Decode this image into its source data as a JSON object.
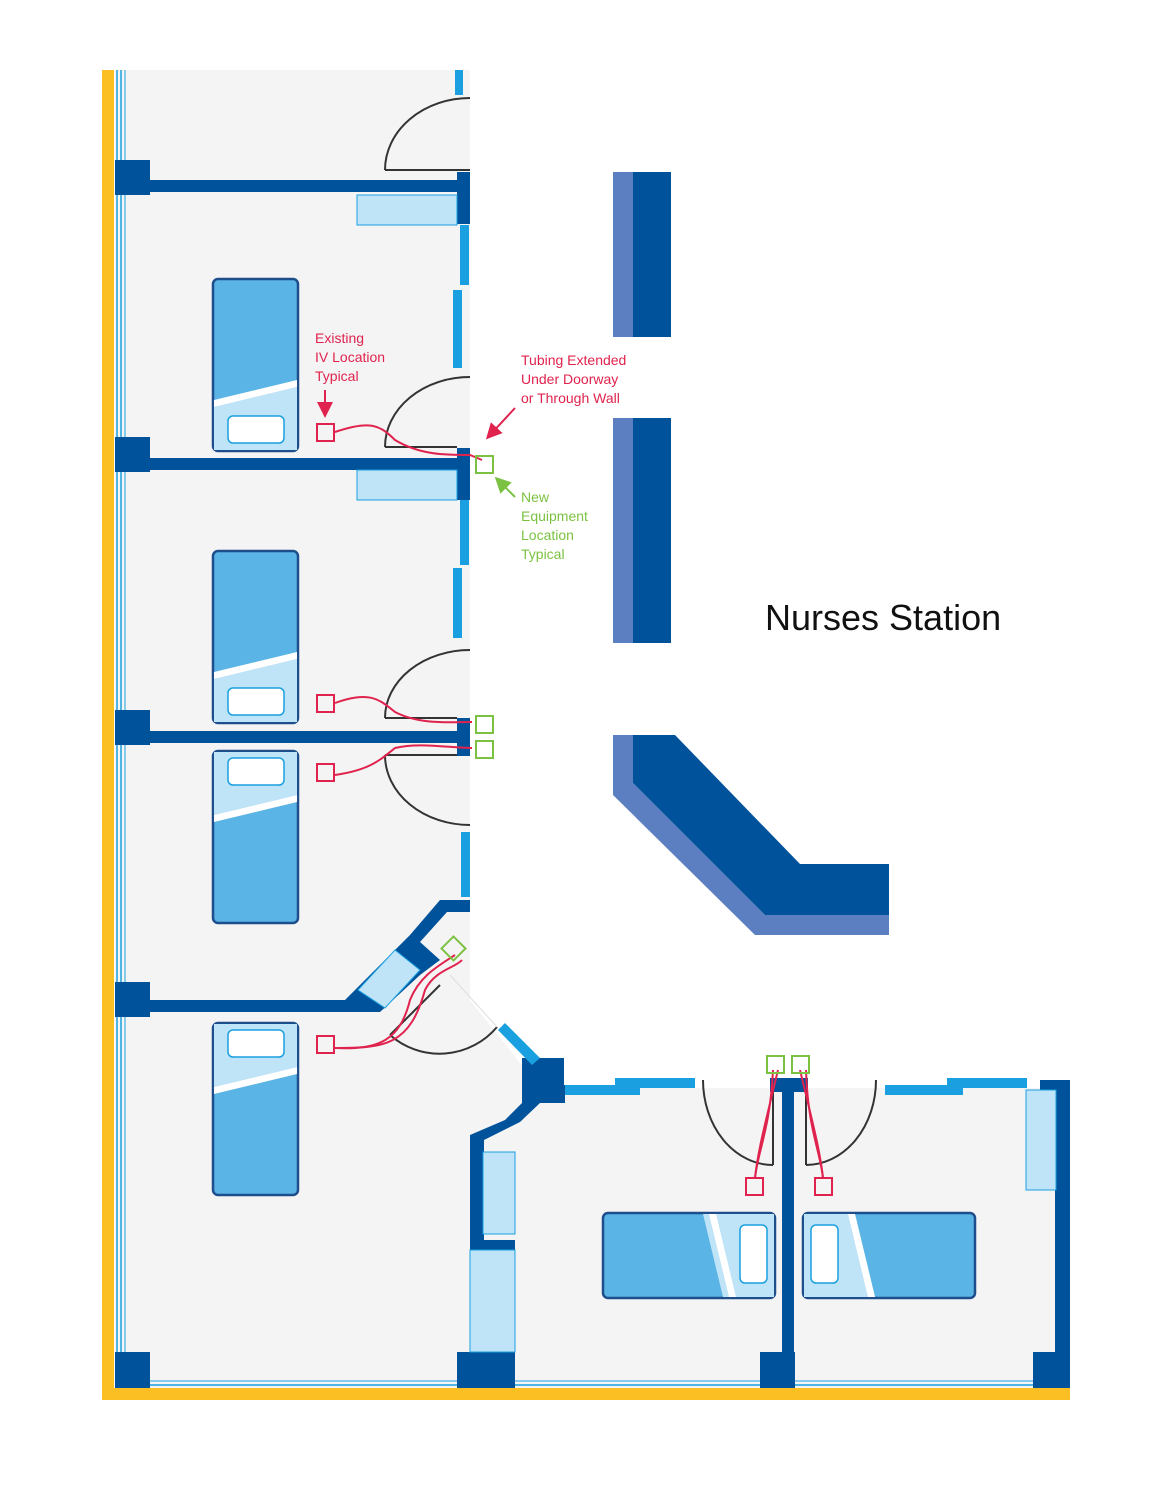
{
  "diagram": {
    "station_label": "Nurses Station",
    "existing_iv_label": [
      "Existing",
      "IV Location",
      "Typical"
    ],
    "tubing_label": [
      "Tubing Extended",
      "Under Doorway",
      "or Through Wall"
    ],
    "new_equipment_label": [
      "New",
      "Equipment",
      "Location",
      "Typical"
    ]
  },
  "colors": {
    "exterior_band": "#fbbf24",
    "wall_dark": "#00529b",
    "wall_light": "#5b7fc0",
    "bed": "#5ab4e5",
    "bed_outline": "#1f4e8c",
    "bed_light": "#bfe3f7",
    "window_glass": "#1aa0e0",
    "floor": "#f4f4f4",
    "existing_iv": "#e0234e",
    "new_equipment": "#7cc242",
    "door_swing": "#333333"
  },
  "icons": {
    "bed": "bed-icon",
    "existing_iv": "existing-iv-marker-icon",
    "new_equipment": "new-equipment-marker-icon",
    "door": "door-swing-icon",
    "arrow": "arrow-icon"
  }
}
